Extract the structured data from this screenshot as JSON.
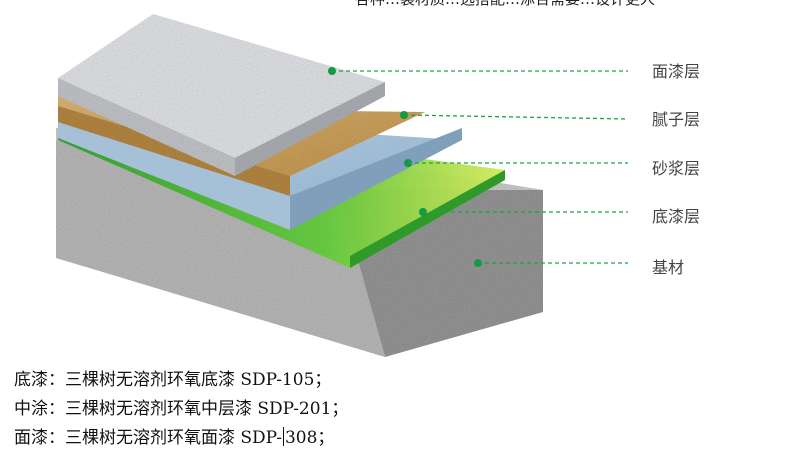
{
  "header": {
    "clipped_text": "各种…装材质…选搭配…添合需要…设计更人"
  },
  "layers": [
    {
      "key": "topcoat",
      "label": "面漆层"
    },
    {
      "key": "putty",
      "label": "腻子层"
    },
    {
      "key": "mortar",
      "label": "砂浆层"
    },
    {
      "key": "primer",
      "label": "底漆层"
    },
    {
      "key": "substrate",
      "label": "基材"
    }
  ],
  "specs": [
    {
      "prefix": "底漆：",
      "text": "三棵树无溶剂环氧底漆 SDP-105；"
    },
    {
      "prefix": "中涂：",
      "text": "三棵树无溶剂环氧中层漆 SDP-201；"
    },
    {
      "prefix": "面漆：",
      "text": "三棵树无溶剂环氧面漆 SDP-",
      "text_after_cursor": "308；"
    }
  ],
  "colors": {
    "leader_line": "#19a54a",
    "dot": "#139a43",
    "topcoat": "#e4e6ea",
    "putty": "#d3a966",
    "mortar": "#9fbcd6",
    "primer": "#59c13f",
    "substrate": "#b8b8b8"
  }
}
